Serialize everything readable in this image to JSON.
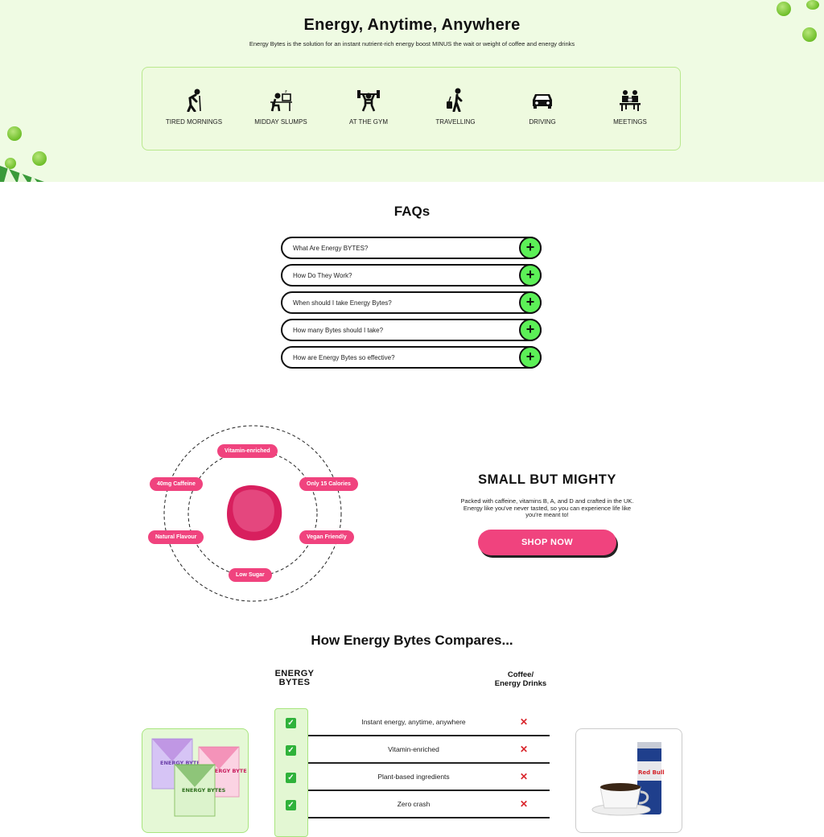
{
  "hero": {
    "title": "Energy, Anytime, Anywhere",
    "subtitle": "Energy Bytes is the solution for an instant nutrient-rich energy boost MINUS the wait or weight of coffee and energy drinks",
    "occasions": [
      {
        "label": "TIRED MORNINGS",
        "icon": "tired-person-icon"
      },
      {
        "label": "MIDDAY SLUMPS",
        "icon": "desk-worker-icon"
      },
      {
        "label": "AT THE GYM",
        "icon": "weightlifter-icon"
      },
      {
        "label": "TRAVELLING",
        "icon": "traveller-suitcase-icon"
      },
      {
        "label": "DRIVING",
        "icon": "car-icon"
      },
      {
        "label": "MEETINGS",
        "icon": "meeting-icon"
      }
    ]
  },
  "faq": {
    "title": "FAQs",
    "items": [
      {
        "question": "What Are Energy BYTES?"
      },
      {
        "question": "How Do They Work?"
      },
      {
        "question": "When should I take Energy Bytes?"
      },
      {
        "question": "How many Bytes should I take?"
      },
      {
        "question": "How are Energy Bytes so effective?"
      }
    ],
    "expand_symbol": "+"
  },
  "features": {
    "tags": {
      "top": "Vitamin-enriched",
      "left_top": "40mg Caffeine",
      "right_top": "Only 15 Calories",
      "left_bottom": "Natural Flavour",
      "right_bottom": "Vegan Friendly",
      "bottom": "Low Sugar"
    },
    "title": "SMALL BUT MIGHTY",
    "text": "Packed with caffeine, vitamins B, A, and D and crafted in the UK. Energy like you've never tasted, so you can experience life like you're meant to!",
    "cta": "SHOP NOW"
  },
  "compare": {
    "title": "How Energy Bytes Compares...",
    "brand_line1": "ENERGY",
    "brand_line2": "BYTES",
    "competitor_line1": "Coffee/",
    "competitor_line2": "Energy Drinks",
    "rows": [
      {
        "label": "Instant energy, anytime, anywhere"
      },
      {
        "label": "Vitamin-enriched"
      },
      {
        "label": "Plant-based ingredients"
      },
      {
        "label": "Zero crash"
      }
    ],
    "check_symbol": "✓",
    "cross_symbol": "✕",
    "pack_text": "ENERGY BYTES",
    "can_text": "Red Bull"
  },
  "colors": {
    "accent_pink": "#f0437e",
    "accent_green": "#5cf057",
    "hero_bg": "#effbe3"
  }
}
